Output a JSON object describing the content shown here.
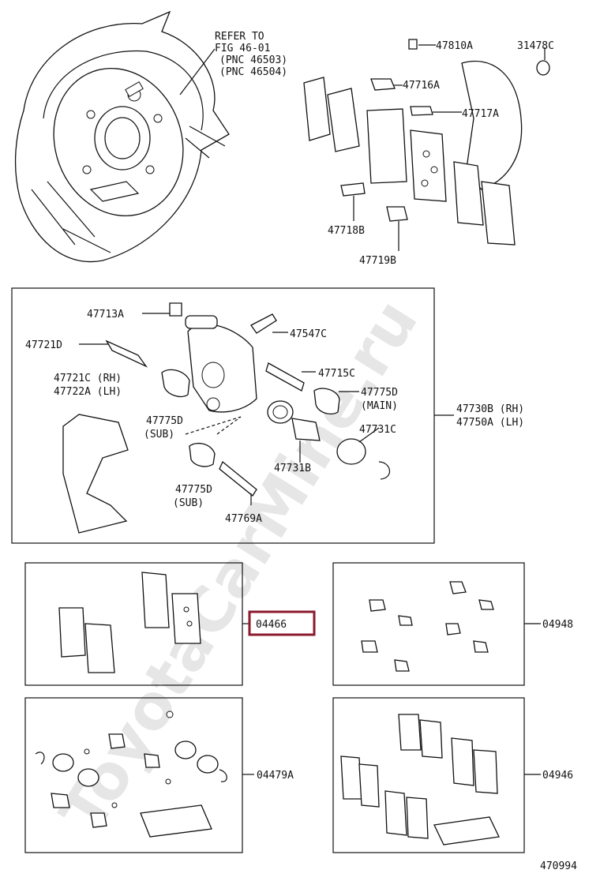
{
  "watermark": "ToyotaCarMine.ru",
  "figure_number": "470994",
  "refer": [
    "REFER TO",
    "FIG 46-01",
    "(PNC 46503)",
    "(PNC 46504)"
  ],
  "labels": {
    "p47810A": "47810A",
    "p31478C": "31478C",
    "p47716A": "47716A",
    "p47717A": "47717A",
    "p47718B": "47718B",
    "p47719B": "47719B",
    "p47713A": "47713A",
    "p47547C": "47547C",
    "p47721D": "47721D",
    "p47715C": "47715C",
    "p47721C": "47721C (RH)",
    "p47722A": "47722A (LH)",
    "p47775D_main": "47775D",
    "main_note": "(MAIN)",
    "p47775D_sub1": "47775D",
    "sub1_note": "(SUB)",
    "p47731C": "47731C",
    "p47731B": "47731B",
    "p47775D_sub2": "47775D",
    "sub2_note": "(SUB)",
    "p47769A": "47769A",
    "p47730B": "47730B (RH)",
    "p47750A": "47750A (LH)",
    "p04466": "04466",
    "p04948": "04948",
    "p04479A": "04479A",
    "p04946": "04946"
  },
  "highlight_color": "#8b1a2e"
}
